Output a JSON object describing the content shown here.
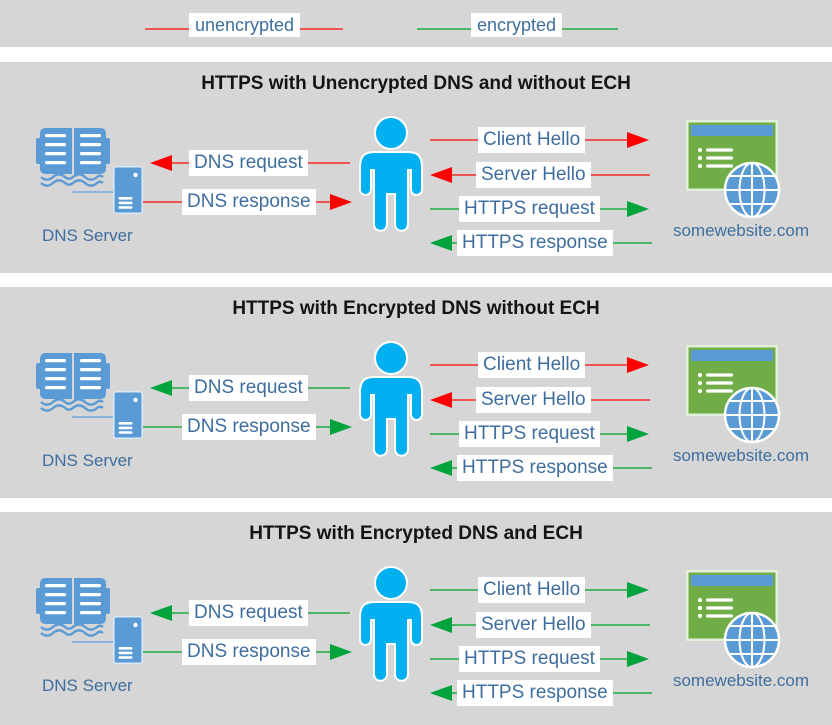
{
  "legend": {
    "items": [
      {
        "label": "unencrypted",
        "line_color": "#ef5455"
      },
      {
        "label": "encrypted",
        "line_color": "#4db567"
      }
    ]
  },
  "captions": {
    "dns_server": "DNS Server",
    "website": "somewebsite.com"
  },
  "colors": {
    "red_line": "#ef5455",
    "red_head": "#fe0000",
    "green_line": "#4db567",
    "green_head": "#00a33c",
    "icon_blue": "#5b9bd5",
    "person_blue": "#00b0f0",
    "site_green": "#70ad47",
    "label_text": "#3f6e9e",
    "panel_bg": "#d6d6d6"
  },
  "panels": [
    {
      "title": "HTTPS with Unencrypted DNS and without ECH",
      "arrows": {
        "dns_request": {
          "label": "DNS request",
          "dir": "left",
          "encryption": "unencrypted",
          "line_color": "#ef5455",
          "head_color": "#fe0000"
        },
        "dns_response": {
          "label": "DNS response",
          "dir": "right",
          "encryption": "unencrypted",
          "line_color": "#ef5455",
          "head_color": "#fe0000"
        },
        "client_hello": {
          "label": "Client Hello",
          "dir": "right",
          "encryption": "unencrypted",
          "line_color": "#ef5455",
          "head_color": "#fe0000"
        },
        "server_hello": {
          "label": "Server Hello",
          "dir": "left",
          "encryption": "unencrypted",
          "line_color": "#ef5455",
          "head_color": "#fe0000"
        },
        "https_request": {
          "label": "HTTPS request",
          "dir": "right",
          "encryption": "encrypted",
          "line_color": "#4db567",
          "head_color": "#00a33c"
        },
        "https_response": {
          "label": "HTTPS response",
          "dir": "left",
          "encryption": "encrypted",
          "line_color": "#4db567",
          "head_color": "#00a33c"
        }
      }
    },
    {
      "title": "HTTPS with Encrypted DNS without ECH",
      "arrows": {
        "dns_request": {
          "label": "DNS request",
          "dir": "left",
          "encryption": "encrypted",
          "line_color": "#4db567",
          "head_color": "#00a33c"
        },
        "dns_response": {
          "label": "DNS response",
          "dir": "right",
          "encryption": "encrypted",
          "line_color": "#4db567",
          "head_color": "#00a33c"
        },
        "client_hello": {
          "label": "Client Hello",
          "dir": "right",
          "encryption": "unencrypted",
          "line_color": "#ef5455",
          "head_color": "#fe0000"
        },
        "server_hello": {
          "label": "Server Hello",
          "dir": "left",
          "encryption": "unencrypted",
          "line_color": "#ef5455",
          "head_color": "#fe0000"
        },
        "https_request": {
          "label": "HTTPS request",
          "dir": "right",
          "encryption": "encrypted",
          "line_color": "#4db567",
          "head_color": "#00a33c"
        },
        "https_response": {
          "label": "HTTPS response",
          "dir": "left",
          "encryption": "encrypted",
          "line_color": "#4db567",
          "head_color": "#00a33c"
        }
      }
    },
    {
      "title": "HTTPS with Encrypted DNS and ECH",
      "arrows": {
        "dns_request": {
          "label": "DNS request",
          "dir": "left",
          "encryption": "encrypted",
          "line_color": "#4db567",
          "head_color": "#00a33c"
        },
        "dns_response": {
          "label": "DNS response",
          "dir": "right",
          "encryption": "encrypted",
          "line_color": "#4db567",
          "head_color": "#00a33c"
        },
        "client_hello": {
          "label": "Client Hello",
          "dir": "right",
          "encryption": "encrypted",
          "line_color": "#4db567",
          "head_color": "#00a33c"
        },
        "server_hello": {
          "label": "Server Hello",
          "dir": "left",
          "encryption": "encrypted",
          "line_color": "#4db567",
          "head_color": "#00a33c"
        },
        "https_request": {
          "label": "HTTPS request",
          "dir": "right",
          "encryption": "encrypted",
          "line_color": "#4db567",
          "head_color": "#00a33c"
        },
        "https_response": {
          "label": "HTTPS response",
          "dir": "left",
          "encryption": "encrypted",
          "line_color": "#4db567",
          "head_color": "#00a33c"
        }
      }
    }
  ]
}
